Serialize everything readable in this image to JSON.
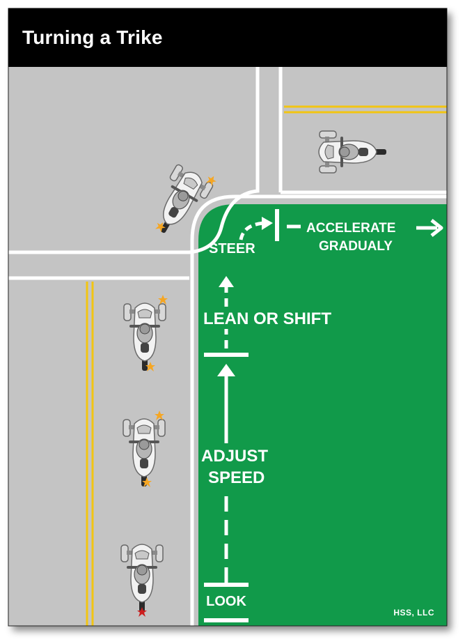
{
  "header": {
    "title": "Turning a Trike"
  },
  "steps": {
    "look": "LOOK",
    "adjust_speed_line1": "ADJUST",
    "adjust_speed_line2": "SPEED",
    "lean_or_shift": "LEAN OR SHIFT",
    "steer": "STEER",
    "accelerate_line1": "ACCELERATE",
    "accelerate_line2": "GRADUALY"
  },
  "credit": "HSS, LLC",
  "colors": {
    "road": "#c4c4c4",
    "green": "#119a4a",
    "yellow_line": "#f2c512",
    "header": "#000000",
    "turn_signal": "#f5a623",
    "brake_light": "#cc1f1f"
  },
  "icons": [
    "trike-icon",
    "arrow-up-icon",
    "arrow-right-icon",
    "curved-arrow-icon"
  ]
}
